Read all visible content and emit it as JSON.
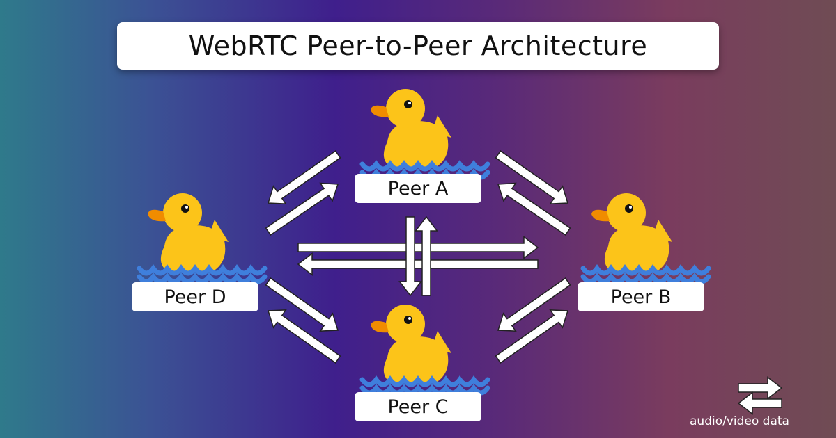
{
  "title": "WebRTC Peer-to-Peer Architecture",
  "peers": [
    {
      "id": "a",
      "label": "Peer A"
    },
    {
      "id": "b",
      "label": "Peer B"
    },
    {
      "id": "c",
      "label": "Peer C"
    },
    {
      "id": "d",
      "label": "Peer D"
    }
  ],
  "legend": {
    "label": "audio/video data"
  },
  "colors": {
    "duck_body": "#fcc419",
    "duck_beak": "#f08c00",
    "duck_eye": "#111111",
    "water": "#3f7fdc",
    "arrow": "#ffffff"
  }
}
